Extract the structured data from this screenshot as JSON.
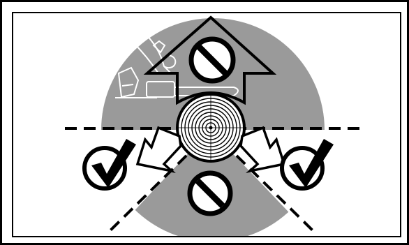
{
  "illustration": {
    "subject": "felling-direction-safety-diagram",
    "colors": {
      "background": "#ffffff",
      "circle_fill": "#9a9a9a",
      "ink": "#000000",
      "symbol_fill": "#ffffff"
    },
    "symbols": {
      "prohibited_top": "prohibited-icon",
      "prohibited_bottom": "prohibited-icon",
      "allowed_left": "checkmark-icon",
      "allowed_right": "checkmark-icon"
    },
    "arrows": {
      "backward": "up-arrow",
      "left": "down-left-arrow",
      "right": "down-right-arrow"
    }
  }
}
